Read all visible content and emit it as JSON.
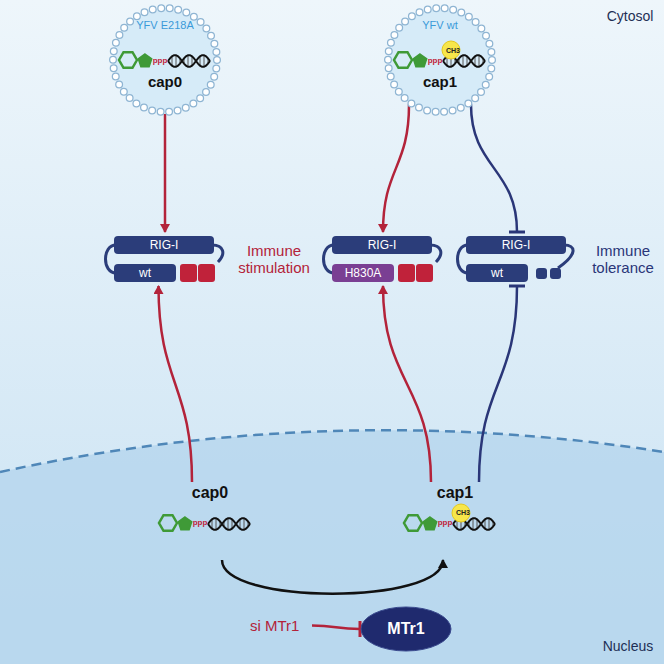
{
  "diagram": {
    "nodes": [
      {
        "text": [
          "YFV E218A",
          "cap0"
        ]
      },
      {
        "text": [
          "YFV wt",
          "cap1"
        ]
      },
      {
        "text": [
          "RIG-I",
          "wt"
        ]
      },
      {
        "text": [
          "RIG-I",
          "H830A"
        ]
      },
      {
        "text": [
          "RIG-I",
          "wt"
        ]
      },
      {
        "text": [
          "cap0"
        ]
      },
      {
        "text": [
          "cap1"
        ]
      },
      {
        "text": [
          "MTr1"
        ]
      },
      {
        "text": [
          "si MTr1"
        ]
      }
    ],
    "edges": [
      {
        "from": 0,
        "to": 2,
        "arrow": "to"
      },
      {
        "from": 1,
        "to": 3,
        "arrow": "to"
      },
      {
        "from": 1,
        "to": 4,
        "arrow": "to"
      },
      {
        "from": 5,
        "to": 2,
        "arrow": "to"
      },
      {
        "from": 6,
        "to": 3,
        "arrow": "to"
      },
      {
        "from": 6,
        "to": 4,
        "arrow": "to"
      },
      {
        "from": 5,
        "to": 6,
        "arrow": "to"
      },
      {
        "from": 8,
        "to": 7,
        "arrow": "to"
      }
    ],
    "labels": [
      "Cytosol",
      "Immune stimulation",
      "Immune tolerance",
      "Nucleus",
      "ppp",
      "ppp",
      "CH3",
      "ppp",
      "ppp",
      "CH3"
    ]
  }
}
